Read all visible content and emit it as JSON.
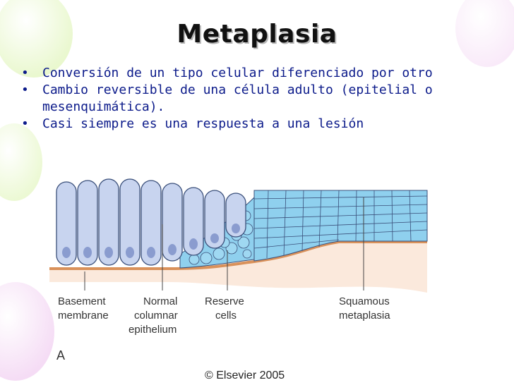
{
  "slide": {
    "title": "Metaplasia",
    "bullets": [
      "Conversión de un tipo celular diferenciado por otro",
      "Cambio reversible de una célula adulto (epitelial o mesenquimática).",
      "Casi siempre es una respuesta a una lesión"
    ],
    "bullet_glyph": "•"
  },
  "figure": {
    "labels": {
      "basement_1": "Basement",
      "basement_2": "membrane",
      "normal_1": "Normal",
      "normal_2": "columnar",
      "normal_3": "epithelium",
      "reserve_1": "Reserve",
      "reserve_2": "cells",
      "squamous_1": "Squamous",
      "squamous_2": "metaplasia"
    },
    "panel_letter": "A",
    "copyright": "© Elsevier 2005"
  },
  "colors": {
    "text_blue": "#0b1a8a",
    "cell_fill": "#c8d4ef",
    "cell_stroke": "#3a4f7a",
    "squamous_fill": "#8fd0ee",
    "basement": "#d9915a"
  }
}
